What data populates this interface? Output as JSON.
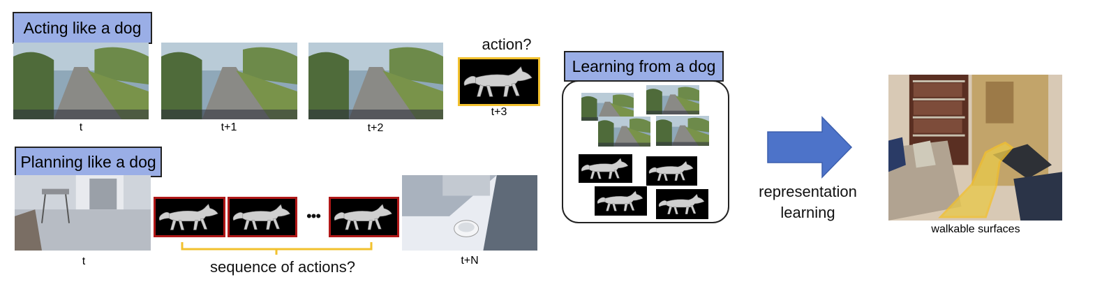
{
  "acting": {
    "title": "Acting like a dog",
    "frame_labels": [
      "t",
      "t+1",
      "t+2"
    ],
    "question": "action?",
    "target_label": "t+3"
  },
  "planning": {
    "title": "Planning like a dog",
    "start_label": "t",
    "end_label": "t+N",
    "ellipsis": "•••",
    "bracket_caption": "sequence of actions?"
  },
  "learning": {
    "title": "Learning from a dog"
  },
  "arrow": {
    "caption_line1": "representation",
    "caption_line2": "learning"
  },
  "result": {
    "caption": "walkable surfaces"
  },
  "colors": {
    "label_fill": "#9aaee6",
    "highlight_yellow": "#f2c12e",
    "action_red": "#b01818",
    "arrow_blue": "#4d73c9"
  }
}
